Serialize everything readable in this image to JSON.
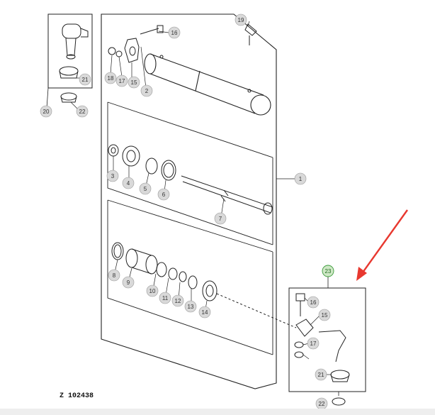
{
  "drawing_code": "Z 102438",
  "callouts": [
    {
      "label": "1"
    },
    {
      "label": "2"
    },
    {
      "label": "3"
    },
    {
      "label": "4"
    },
    {
      "label": "5"
    },
    {
      "label": "6"
    },
    {
      "label": "7"
    },
    {
      "label": "8"
    },
    {
      "label": "9"
    },
    {
      "label": "10"
    },
    {
      "label": "11"
    },
    {
      "label": "12"
    },
    {
      "label": "13"
    },
    {
      "label": "14"
    },
    {
      "label": "15"
    },
    {
      "label": "16"
    },
    {
      "label": "17"
    },
    {
      "label": "18"
    },
    {
      "label": "19"
    },
    {
      "label": "20"
    },
    {
      "label": "21"
    },
    {
      "label": "22"
    },
    {
      "label": "23"
    },
    {
      "label": "16"
    },
    {
      "label": "15"
    },
    {
      "label": "17"
    },
    {
      "label": "21"
    },
    {
      "label": "22"
    }
  ],
  "colors": {
    "line": "#222222",
    "callout_fill": "#d9d9d9",
    "highlight_fill": "#cfe8c6",
    "highlight_stroke": "#3a9a3a",
    "arrow": "#e8382f"
  }
}
